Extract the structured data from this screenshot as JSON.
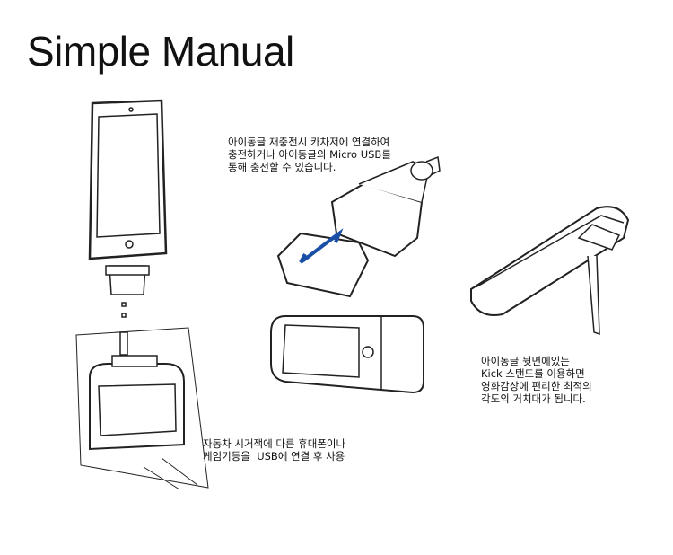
{
  "title": "Simple Manual",
  "notes": {
    "charging": "아이동글 재충전시 카차저에 연결하여\n충전하거나 아이동글의 Micro USB를\n통해 충전할 수 있습니다.",
    "kickstand": "아이동글 뒷면에있는\nKick 스탠드를 이용하면\n영화감상에 편리한 최적의\n각도의 거치대가 됩니다.",
    "car_usb": "자동차 시거잭에 다른 휴대폰이나\n게임기등을  USB에 연결 후 사용"
  }
}
